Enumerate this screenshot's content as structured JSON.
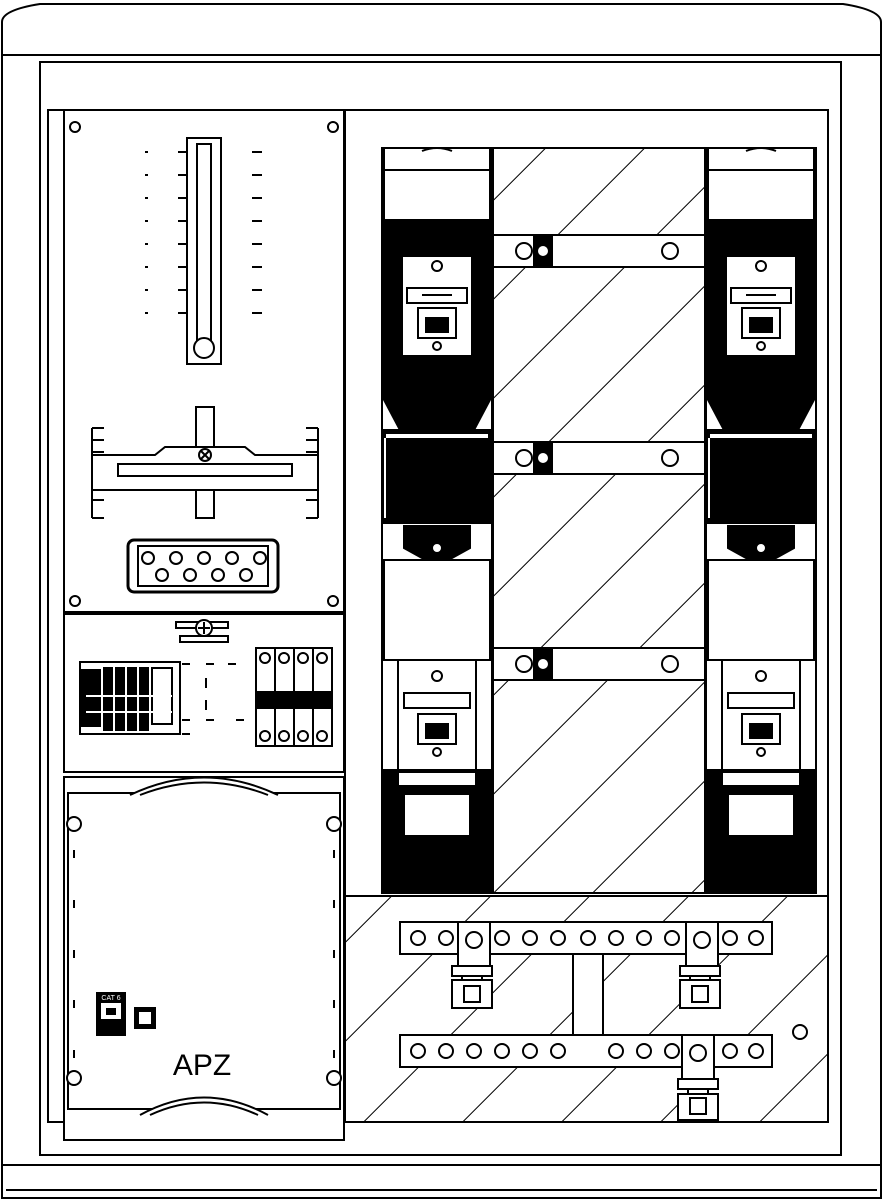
{
  "diagram": {
    "type": "electrical-cabinet-front-view",
    "colors": {
      "stroke": "#000000",
      "fill": "#ffffff",
      "solid": "#000000"
    },
    "components": {
      "meter_panel": {
        "meter_mount": "meter-mounting-rail",
        "terminal_block": "meter-terminal-block"
      },
      "breaker_panel": {
        "breaker_count": 4
      },
      "apz_module": {
        "label": "APZ",
        "socket_label": "CAT 6"
      },
      "fuse_switches": {
        "count": 2
      },
      "busbars": {
        "phase_count": 3,
        "bottom_bar_count": 2
      }
    }
  }
}
